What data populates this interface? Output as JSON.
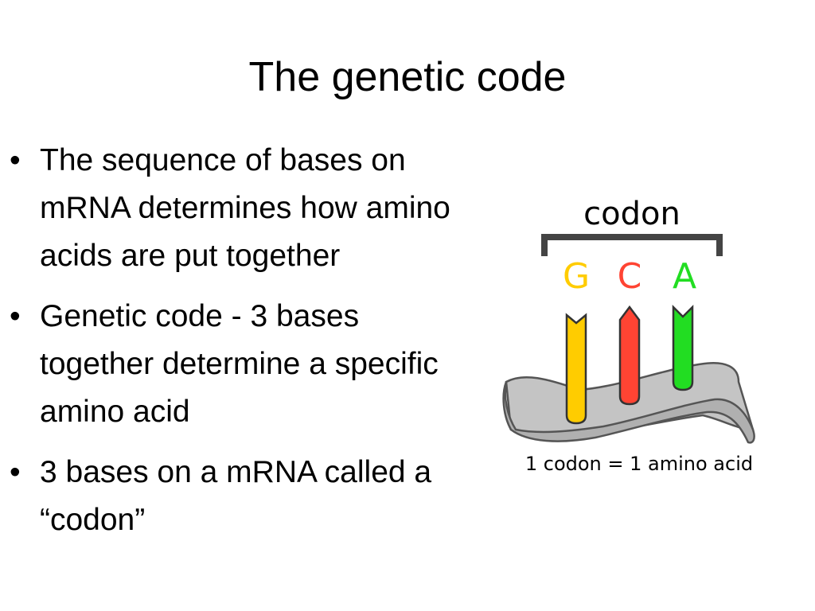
{
  "slide": {
    "title": "The genetic code",
    "bullets": [
      "The sequence of bases on mRNA determines how amino acids are put together",
      "Genetic code - 3 bases together determine a specific amino acid",
      "3 bases on a mRNA called a “codon”"
    ]
  },
  "figure": {
    "codon_label": "codon",
    "bases": [
      {
        "letter": "G",
        "color": "#FFCC00"
      },
      {
        "letter": "C",
        "color": "#FF4433"
      },
      {
        "letter": "A",
        "color": "#22DD22"
      }
    ],
    "strand_color": "#BBBBBB",
    "caption": "1 codon = 1 amino acid"
  }
}
